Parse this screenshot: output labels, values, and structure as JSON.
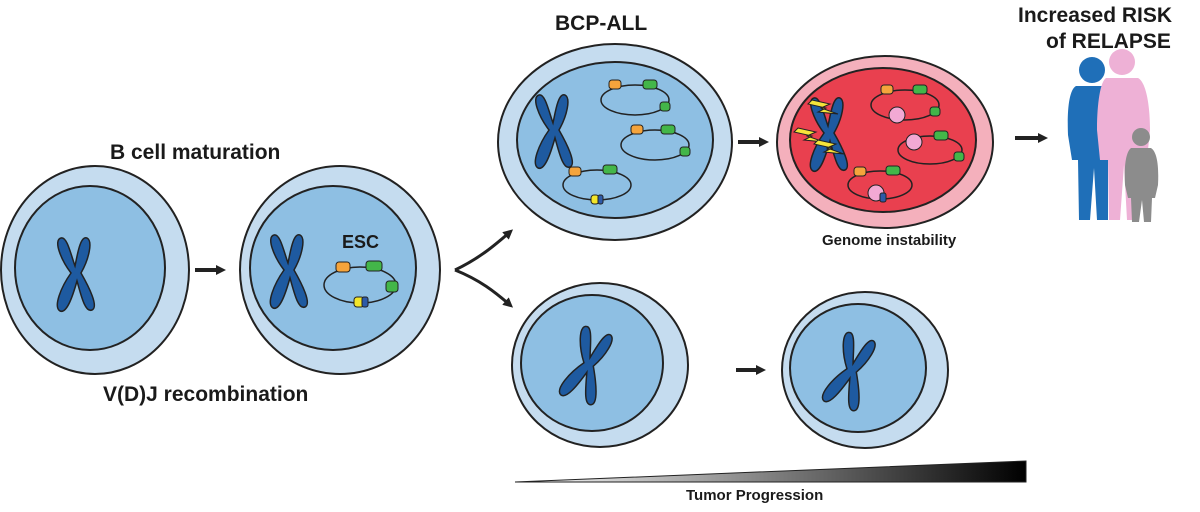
{
  "labels": {
    "b_cell_maturation": "B cell maturation",
    "vdj_recombination": "V(D)J recombination",
    "esc": "ESC",
    "bcp_all": "BCP-ALL",
    "genome_instability": "Genome instability",
    "increased_risk_line1": "Increased RISK",
    "increased_risk_line2": "of RELAPSE",
    "tumor_progression": "Tumor Progression"
  },
  "colors": {
    "cell_outer": "#c5dcef",
    "nucleus": "#8ebfe3",
    "chromosome": "#1e5aa0",
    "cancer_cell_outer": "#f4b0bc",
    "cancer_nucleus": "#e9404f",
    "esc_orange": "#f5a43c",
    "esc_green": "#43b649",
    "esc_yellow": "#f2e52a",
    "esc_blue": "#2d5aa8",
    "damage_pink": "#f2a9d4",
    "lightning": "#f6e43a",
    "person_adult_blue": "#1f6fb8",
    "person_adult_pink": "#eeb1d6",
    "person_child_grey": "#8c8c8c",
    "outline": "#222222"
  }
}
